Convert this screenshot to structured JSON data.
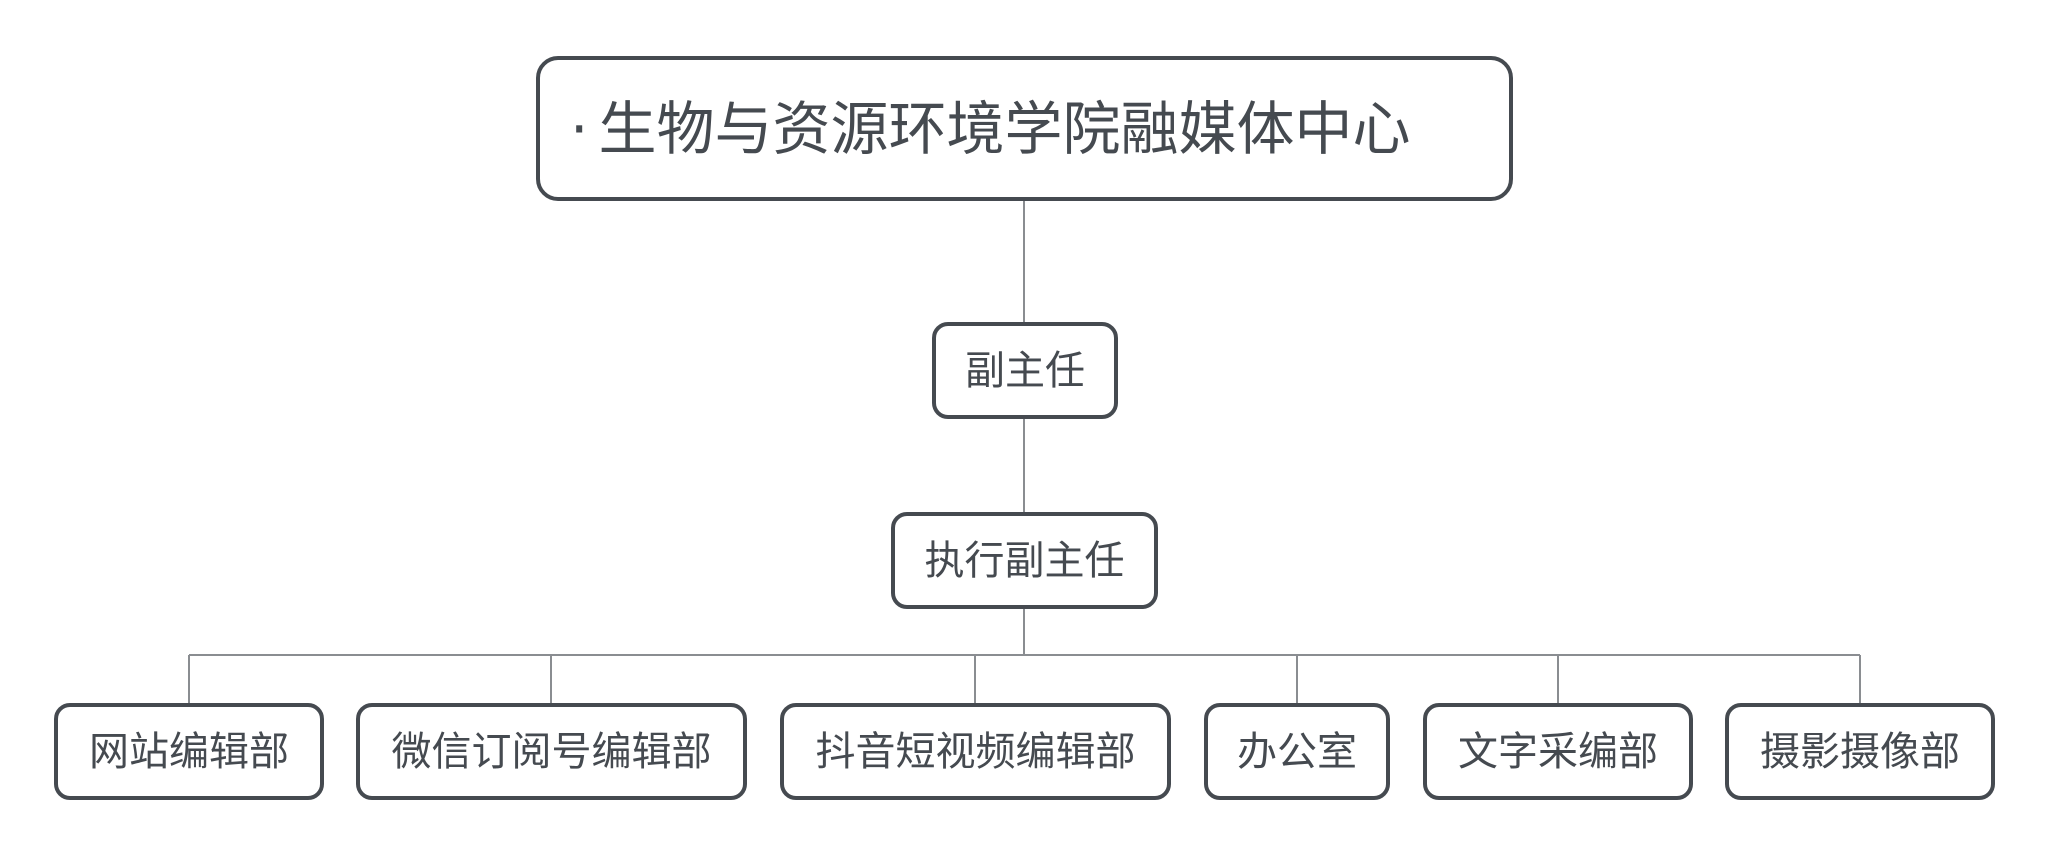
{
  "root": {
    "bullet": "·",
    "label": "生物与资源环境学院融媒体中心"
  },
  "deputy": {
    "label": "副主任"
  },
  "executive_deputy": {
    "label": "执行副主任"
  },
  "departments": [
    {
      "label": "网站编辑部"
    },
    {
      "label": "微信订阅号编辑部"
    },
    {
      "label": "抖音短视频编辑部"
    },
    {
      "label": "办公室"
    },
    {
      "label": "文字采编部"
    },
    {
      "label": "摄影摄像部"
    }
  ],
  "colors": {
    "node_border": "#454a50",
    "connector": "#8a8d91",
    "text": "#454a50",
    "background": "#ffffff"
  }
}
